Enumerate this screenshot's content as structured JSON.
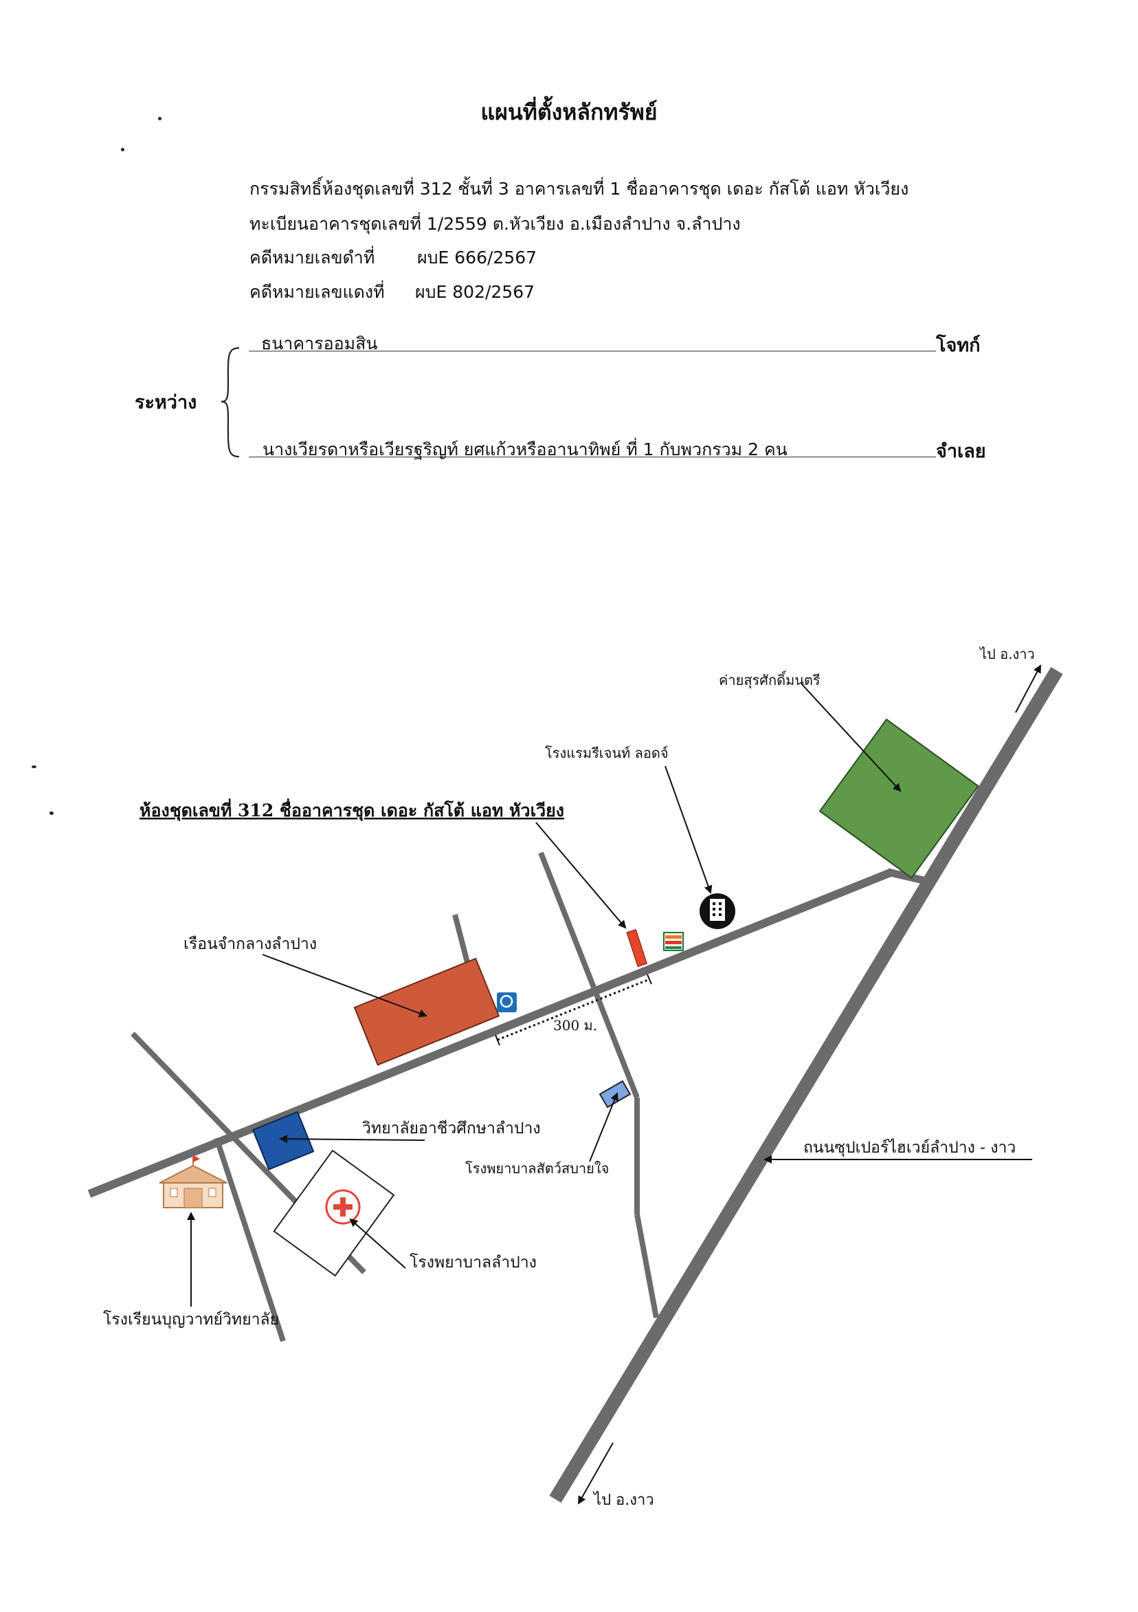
{
  "header": {
    "title": "แผนที่ตั้งหลักทรัพย์",
    "line1": "กรรมสิทธิ์ห้องชุดเลขที่   312  ชั้นที่ 3  อาคารเลขที่ 1  ชื่ออาคารชุด เดอะ กัสโต้ แอท หัวเวียง",
    "line2": "ทะเบียนอาคารชุดเลขที่ 1/2559  ต.หัวเวียง  อ.เมืองลำปาง  จ.ลำปาง",
    "black_case_label": "คดีหมายเลขดำที่",
    "black_case_no": "ผบE  666/2567",
    "red_case_label": "คดีหมายเลขแดงที่",
    "red_case_no": "ผบE  802/2567"
  },
  "parties": {
    "between_label": "ระหว่าง",
    "plaintiff_name": "ธนาคารออมสิน",
    "plaintiff_role": "โจทก์",
    "defendant_name": "นางเวียรดาหรือเวียรฐริญท์  ยศแก้วหรืออานาทิพย์  ที่  1  กับพวกรวม  2  คน",
    "defendant_role": "จำเลย"
  },
  "map": {
    "property_label": "ห้องชุดเลขที่ 312 ชื่ออาคารชุด เดอะ กัสโต้ แอท หัวเวียง",
    "landmarks": {
      "army_camp": "ค่ายสุรศักดิ์มนตรี",
      "hotel": "โรงแรมรีเจนท์ ลอดจ์",
      "prison": "เรือนจำกลางลำปาง",
      "vocational_college": "วิทยาลัยอาชีวศึกษาลำปาง",
      "animal_hospital": "โรงพยาบาลสัตว์สบายใจ",
      "hospital": "โรงพยาบาลลำปาง",
      "school": "โรงเรียนบุญวาทย์วิทยาลัย",
      "highway": "ถนนซุปเปอร์ไฮเวย์ลำปาง - งาว"
    },
    "distance_label": "300 ม.",
    "to_ngao_top": "ไป อ.งาว",
    "to_ngao_bottom": "ไป อ.งาว",
    "icons": [
      "hotel-building-icon",
      "seven-eleven-icon",
      "bank-logo-icon",
      "hospital-cross-icon",
      "school-building-icon"
    ],
    "colors": {
      "road": "#6b6b6b",
      "army_camp": "#5e9a4a",
      "prison": "#cf5a3a",
      "college": "#1f57a6",
      "animal_hospital": "#7fa6e0",
      "property": "#e5452a",
      "hospital_cross": "#e0473a"
    }
  }
}
